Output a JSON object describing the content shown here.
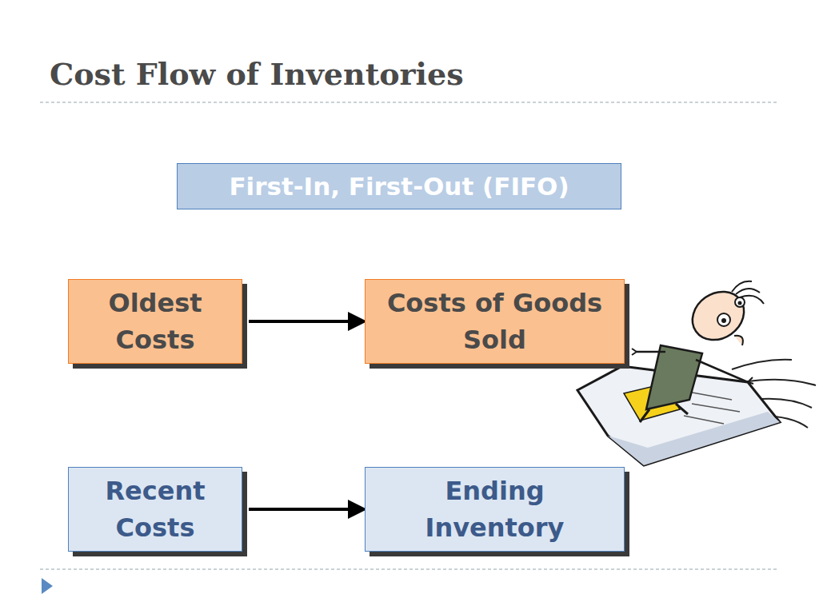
{
  "diagram": {
    "title": "Cost Flow of Inventories",
    "nodes": [
      {
        "text": [
          "First-In, First-Out (FIFO)"
        ]
      },
      {
        "text": [
          "Oldest Costs"
        ]
      },
      {
        "text": [
          "Costs of Goods Sold"
        ]
      },
      {
        "text": [
          "Recent Costs"
        ]
      },
      {
        "text": [
          "Ending Inventory"
        ]
      }
    ],
    "edges": [
      {
        "from": 1,
        "to": 2,
        "arrow": "to"
      },
      {
        "from": 3,
        "to": 4,
        "arrow": "to"
      }
    ]
  }
}
